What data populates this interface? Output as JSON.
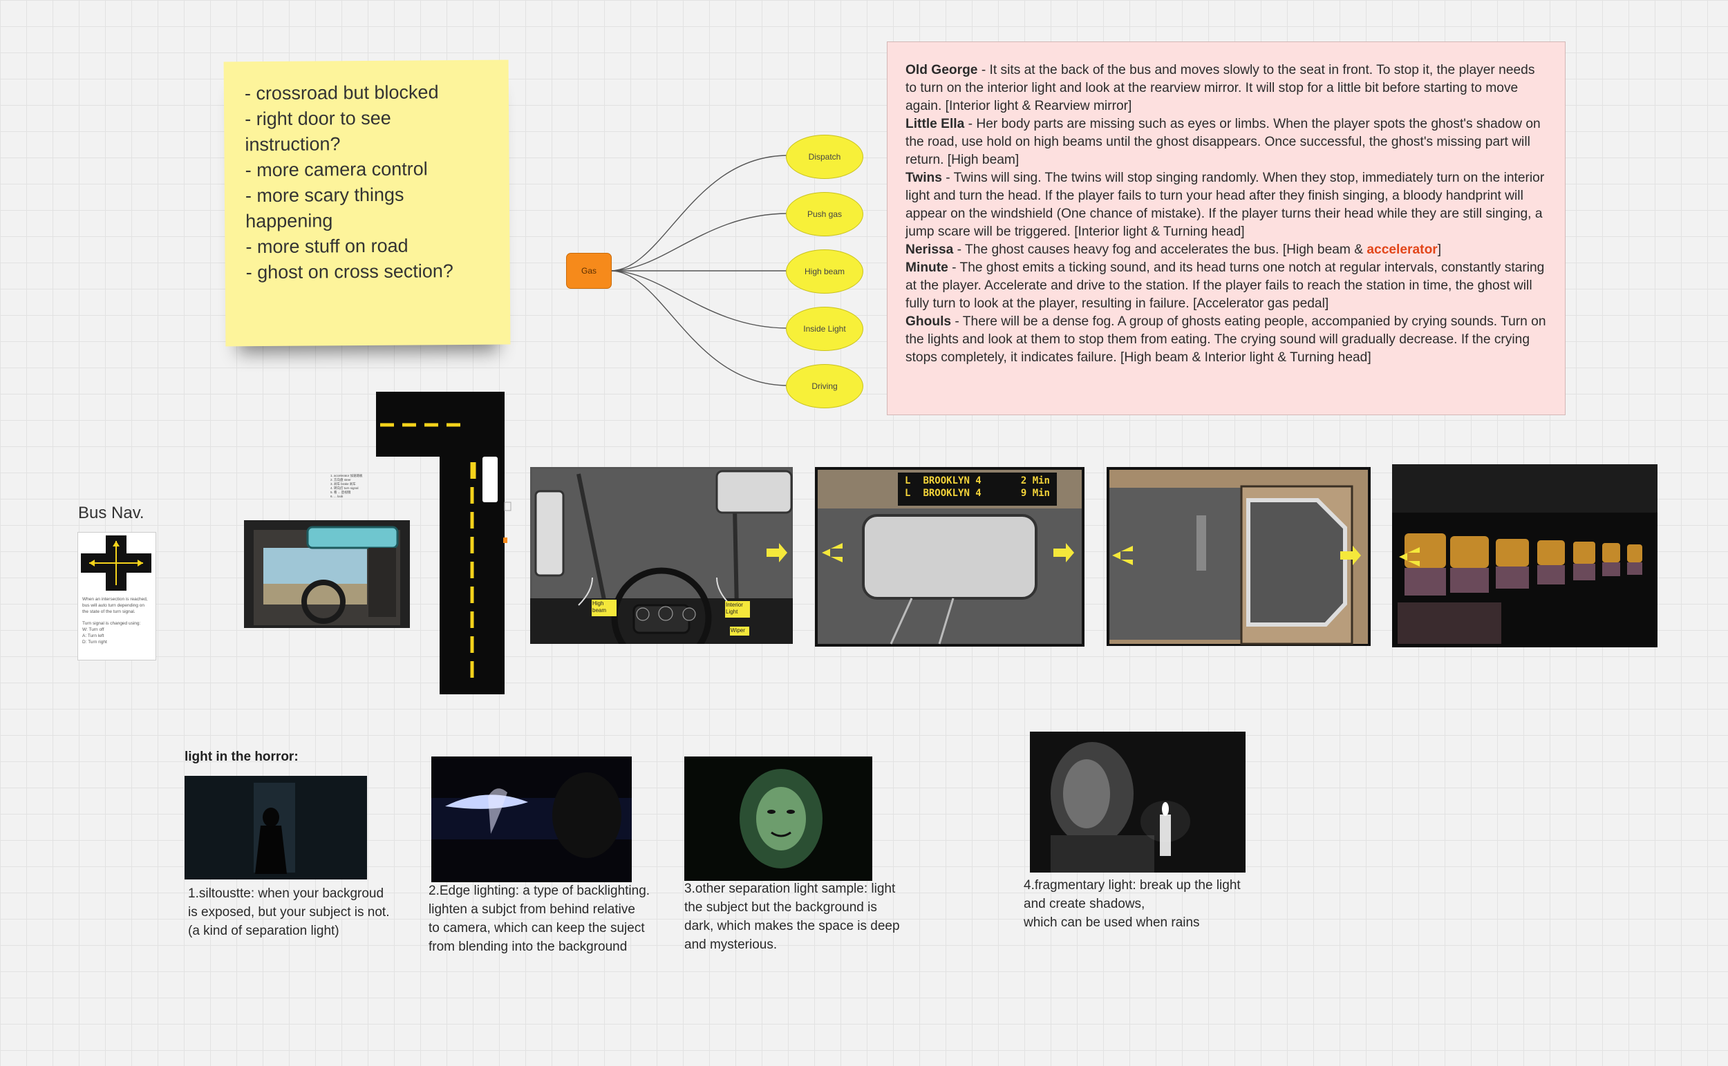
{
  "sticky_note": {
    "lines": [
      "- crossroad but blocked",
      "- right door to see",
      "instruction?",
      "- more camera control",
      "- more scary things",
      "happening",
      "- more stuff on road",
      "- ghost on cross section?"
    ]
  },
  "mindmap": {
    "root": "Gas",
    "nodes": [
      "Dispatch",
      "Push gas",
      "High beam",
      "Inside Light",
      "Driving"
    ]
  },
  "ghosts": [
    {
      "name": "Old George",
      "text": " - It sits at the back of the bus and moves slowly to the seat in front. To stop it, the player needs to turn on the interior light and look at the rearview mirror. It will stop for a little bit before starting to move again. [Interior light & Rearview mirror]"
    },
    {
      "name": "Little Ella",
      "text": " - Her body parts are missing such as eyes or limbs. When the player spots the ghost's shadow on the road, use hold on high beams until the ghost disappears. Once successful, the ghost's missing part will return. [High beam]"
    },
    {
      "name": "Twins",
      "text": " - Twins will sing. The twins will stop singing randomly. When they stop, immediately turn on the interior light and turn the head. If the player fails to turn your head after they finish singing, a bloody handprint will appear on the windshield (One chance of mistake). If the player turns their head while they are still singing, a jump scare will be triggered. [Interior light & Turning head]"
    },
    {
      "name": "Nerissa",
      "text": " - The ghost causes heavy fog and accelerates the bus. [High beam & ",
      "accent": "accelerator",
      "tail": "]"
    },
    {
      "name": "Minute",
      "text": " - The ghost emits a ticking sound, and its head turns one notch at regular intervals, constantly staring at the player. Accelerate and drive to the station. If the player fails to reach the station in time, the ghost will fully turn to look at the player, resulting in failure. [Accelerator gas pedal]"
    },
    {
      "name": "Ghouls",
      "text": " - There will  be a dense fog. A group of ghosts eating people, accompanied by crying sounds. Turn on the lights and look at them to stop them from eating. The crying sound will gradually decrease. If the crying stops completely, it indicates failure. [High beam & Interior light & Turning head]"
    }
  ],
  "bus_nav": {
    "title": "Bus Nav.",
    "desc_lines": [
      "When an intersection is reached,",
      "bus will auto turn depending on",
      "the state of the turn signal.",
      "",
      "Turn signal is changed using:",
      "W: Turn off",
      "A: Turn left",
      "D: Turn right"
    ]
  },
  "tiny_notes": [
    "1. accelerator 加速踏板",
    "2. 方向盘 steer",
    "3. 刹车 brake 刹车",
    "4. 转向灯 turn signal",
    "5. 看 ... 后视镜",
    "6. ... look"
  ],
  "dashboard": {
    "labels": [
      "High beam",
      "Interior Light",
      "Wiper"
    ]
  },
  "destination_sign": {
    "rows": [
      {
        "l": "L",
        "dest": "BROOKLYN 4",
        "time": "2 Min"
      },
      {
        "l": "L",
        "dest": "BROOKLYN 4",
        "time": "9 Min"
      }
    ]
  },
  "horror_section": {
    "heading": "light in the horror:",
    "captions": [
      "1.siltoustte: when your backgroud\nis exposed, but your subject is not.\n(a kind of separation light)",
      "2.Edge lighting: a type of backlighting.\nlighten a subjct from behind relative\nto camera, which can keep the suject\nfrom blending into the background",
      "3.other separation light sample: light\nthe subject but the background is\ndark, which makes the space is deep\nand mysterious.",
      "4.fragmentary light: break up the light\nand create shadows,\nwhich can be used when rains"
    ]
  },
  "colors": {
    "sticky": "#fdf49b",
    "pink": "#fde0df",
    "node": "#f7f039",
    "gas": "#f68a1b",
    "accent": "#e2461a"
  }
}
